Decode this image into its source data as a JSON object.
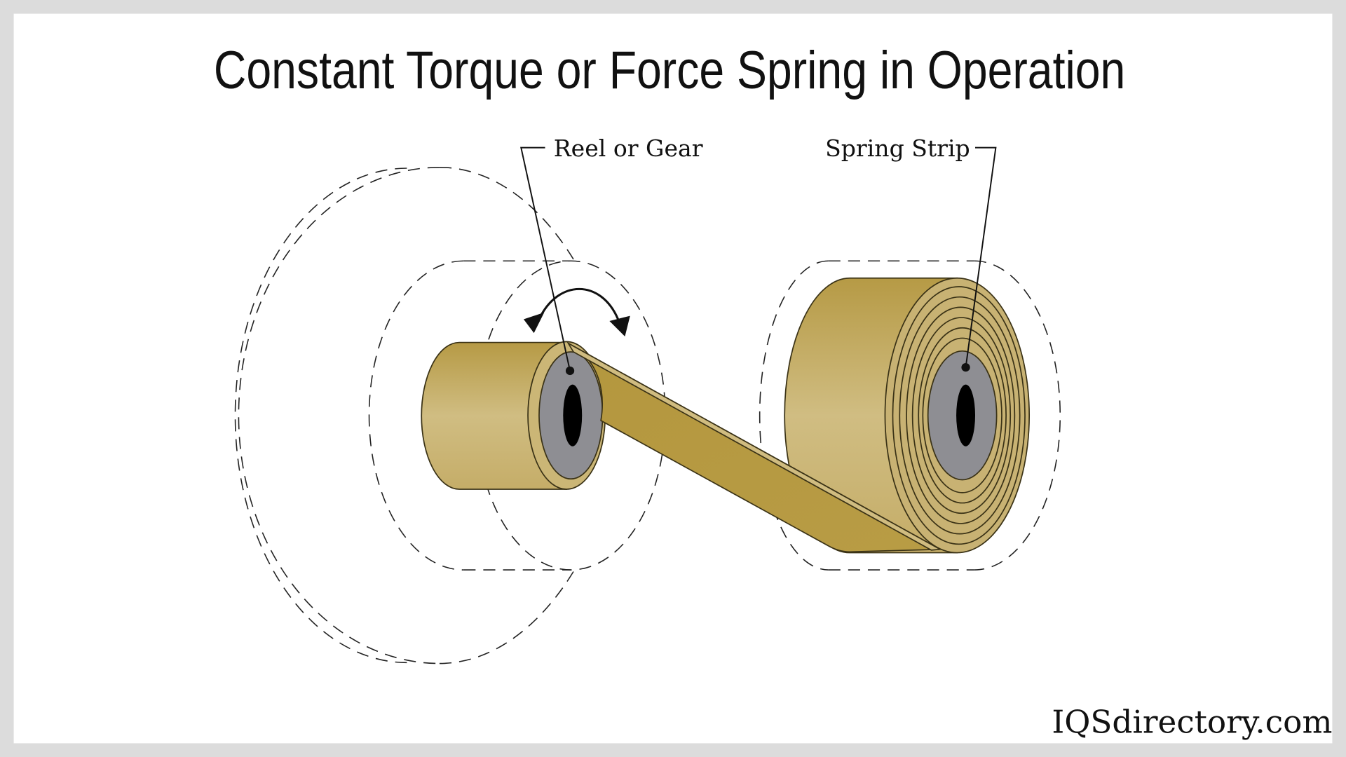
{
  "title": "Constant Torque or Force Spring in Operation",
  "labels": {
    "reel": "Reel or Gear",
    "strip": "Spring Strip"
  },
  "watermark": "IQSdirectory.com",
  "colors": {
    "gold_dark": "#b69a45",
    "gold_light": "#d3c188",
    "hub": "#8e8e93",
    "frame": "#dcdcdc"
  }
}
